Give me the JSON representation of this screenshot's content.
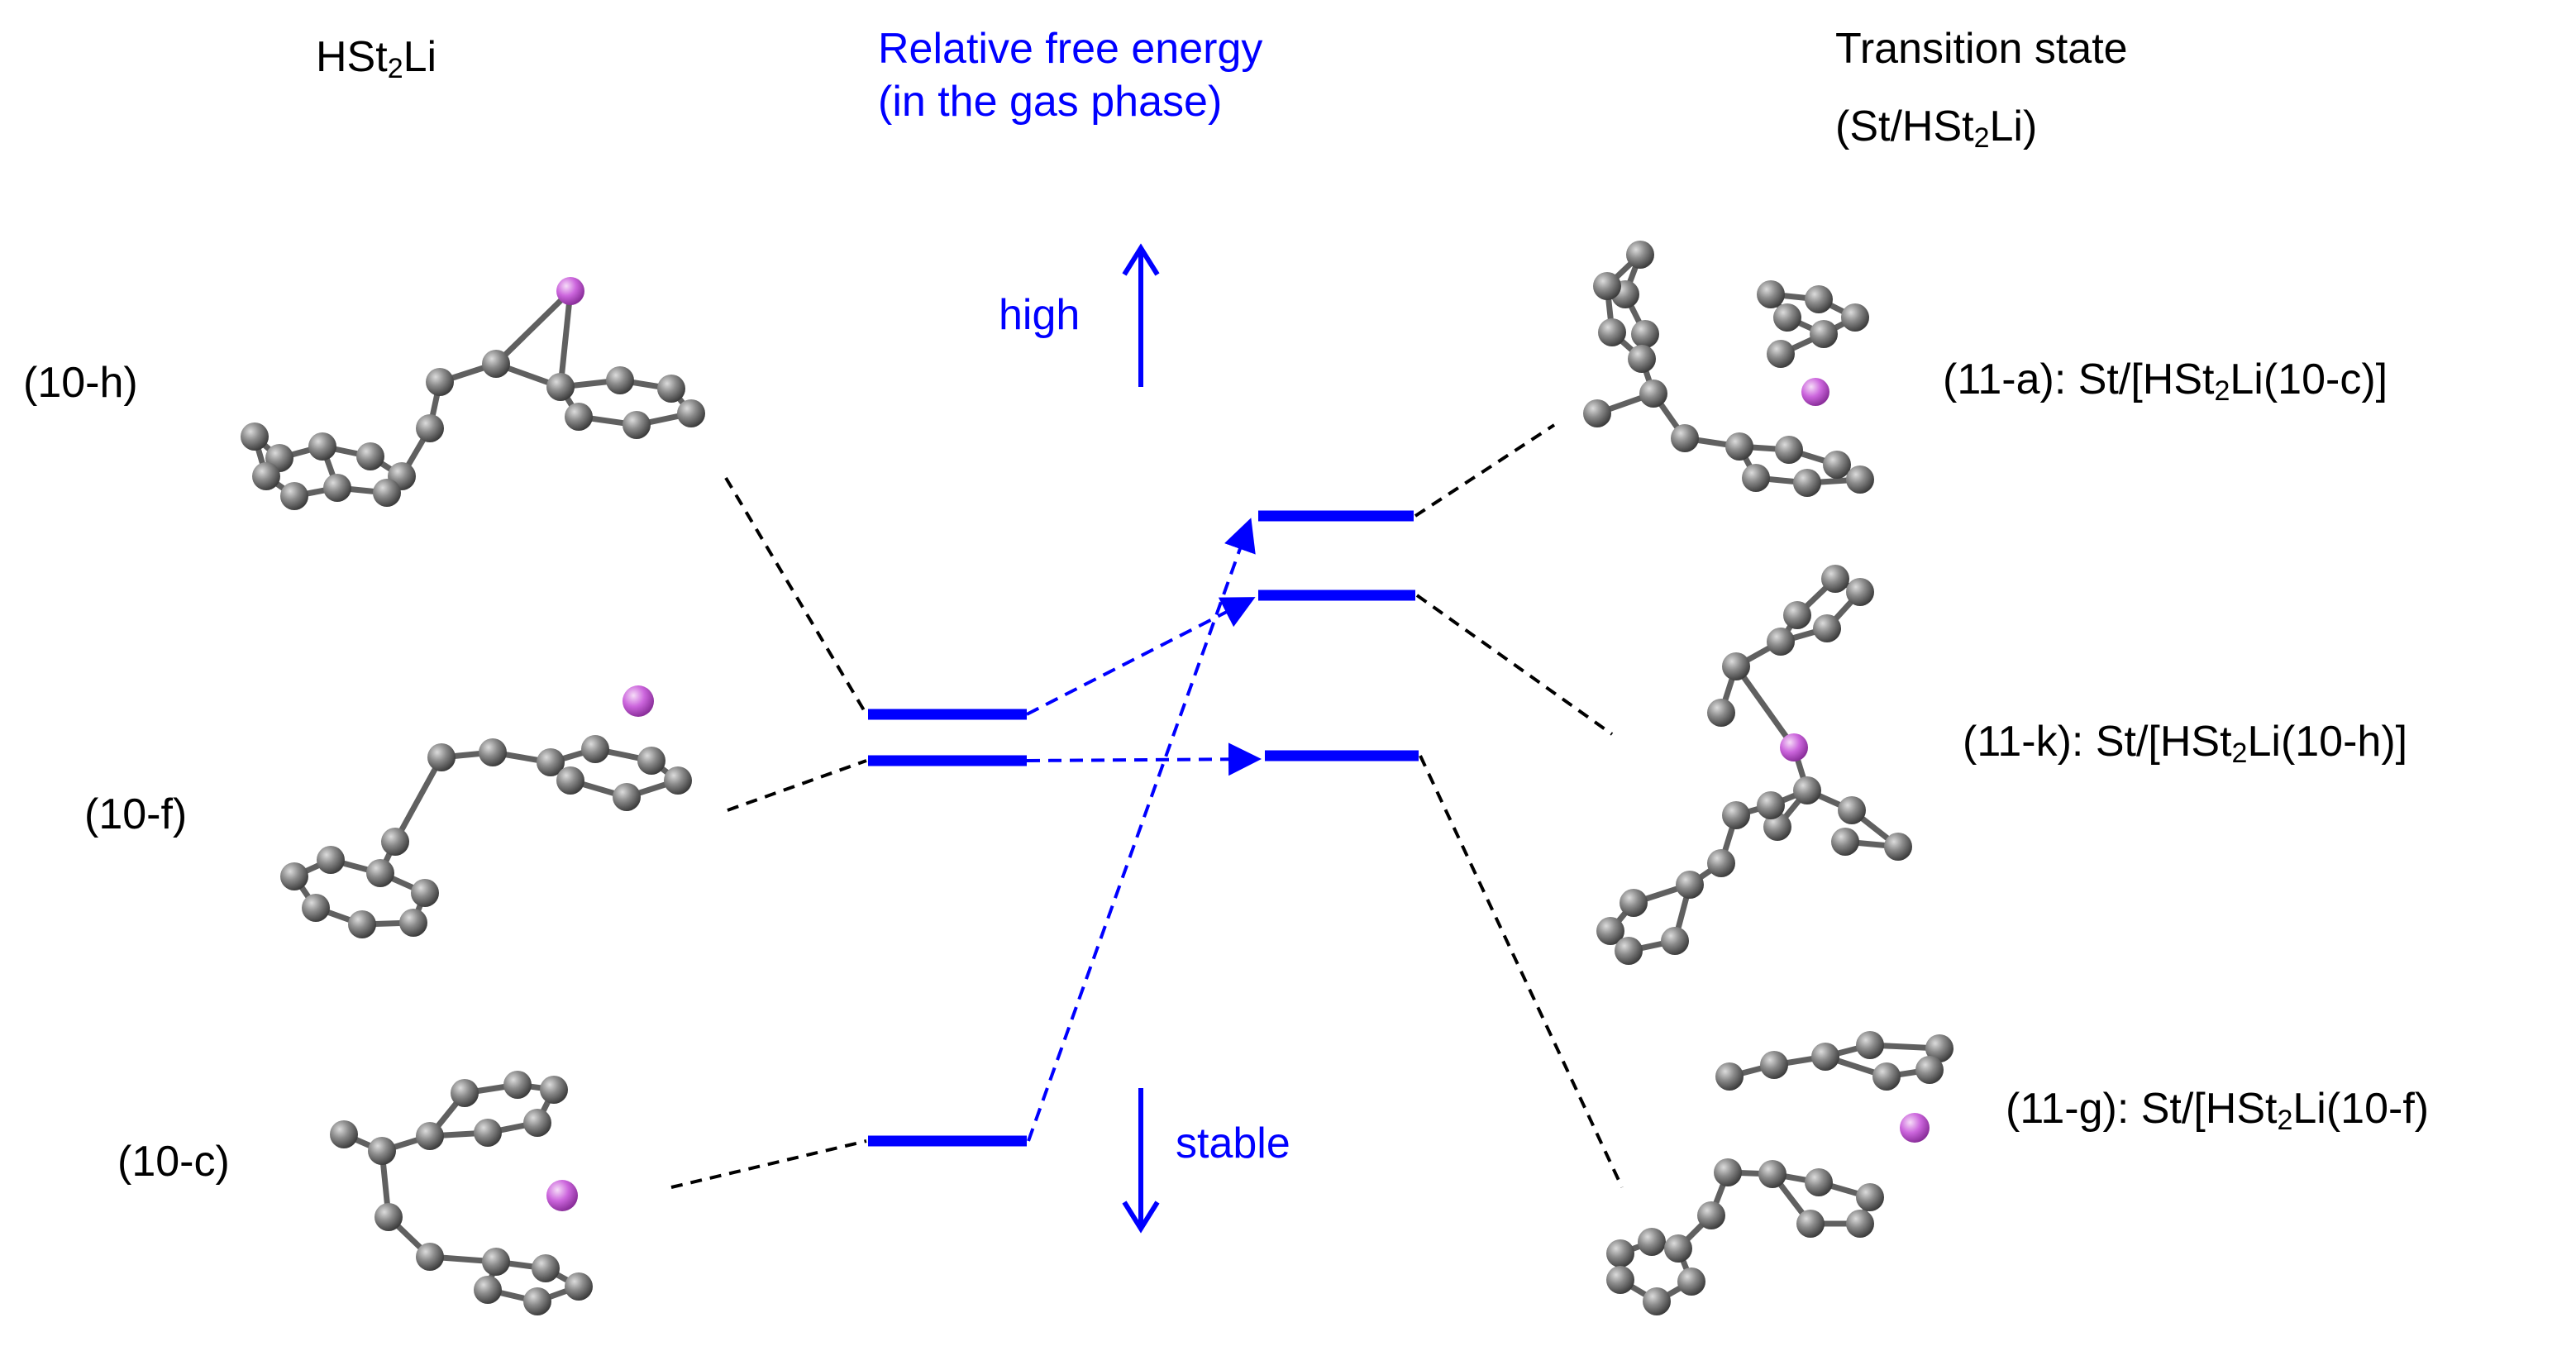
{
  "headers": {
    "left": {
      "main": "HSt",
      "sub": "2",
      "tail": "Li"
    },
    "center": {
      "line1": "Relative free energy",
      "line2": "(in the gas phase)"
    },
    "right": {
      "line1": "Transition state",
      "line2_pre": "(St/HSt",
      "line2_sub": "2",
      "line2_post": "Li)"
    }
  },
  "energy_axis": {
    "high_label": "high",
    "low_label": "stable"
  },
  "reactants": [
    {
      "id": "10-h",
      "label": "(10-h)"
    },
    {
      "id": "10-f",
      "label": "(10-f)"
    },
    {
      "id": "10-c",
      "label": "(10-c)"
    }
  ],
  "transition_states": [
    {
      "id": "11-a",
      "pre": "(11-a): St/[HSt",
      "sub": "2",
      "post": "Li(10-c)]"
    },
    {
      "id": "11-k",
      "pre": "(11-k): St/[HSt",
      "sub": "2",
      "post": "Li(10-h)]"
    },
    {
      "id": "11-g",
      "pre": "(11-g): St/[HSt",
      "sub": "2",
      "post": "Li(10-f)"
    }
  ],
  "colors": {
    "level": "#0000ff",
    "connector": "#0000ff",
    "leader": "#000000",
    "carbon": "#808080",
    "lithium": "#cc66dd",
    "text": "#000000",
    "accent": "#0000ff"
  }
}
